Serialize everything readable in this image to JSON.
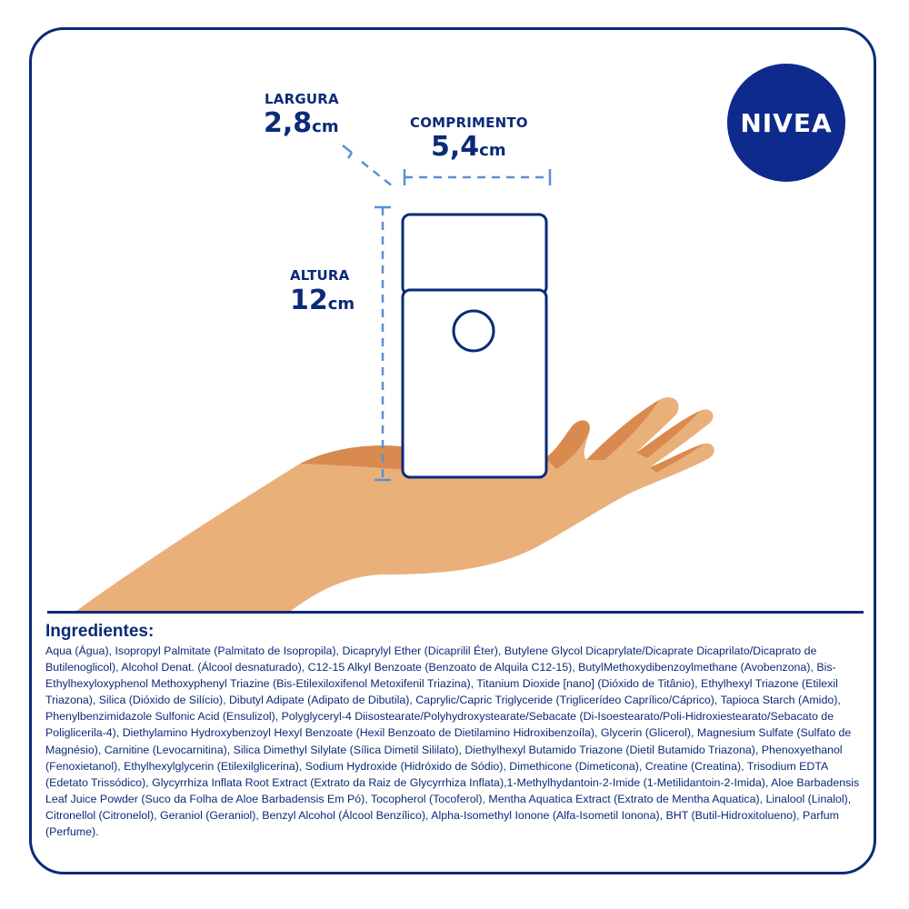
{
  "dimensions": {
    "width": {
      "label": "LARGURA",
      "value": "2,8",
      "unit": "cm"
    },
    "length": {
      "label": "COMPRIMENTO",
      "value": "5,4",
      "unit": "cm"
    },
    "height": {
      "label": "ALTURA",
      "value": "12",
      "unit": "cm"
    }
  },
  "brand": {
    "logo_text": "NIVEA",
    "color": "#0d2a8c"
  },
  "colors": {
    "navy": "#0b2a78",
    "skin": "#eab07a",
    "skin_shadow": "#d98a4e",
    "dashed": "#5b8fd6"
  },
  "icons": [
    "hand-illustration",
    "product-bottle-outline"
  ],
  "ingredients": {
    "title": "Ingredientes:",
    "text": "Aqua (Água), Isopropyl Palmitate (Palmitato de Isopropila), Dicaprylyl Ether (Dicaprilil Éter), Butylene Glycol Dicaprylate/Dicaprate  Dicaprilato/Dicaprato de Butilenoglicol), Alcohol Denat. (Álcool desnaturado), C12-15 Alkyl Benzoate (Benzoato de Alquila C12-15), ButylMethoxydibenzoylmethane (Avobenzona), Bis-Ethylhexyloxyphenol Methoxyphenyl Triazine (Bis-Etilexiloxifenol Metoxifenil Triazina), Titanium Dioxide [nano] (Dióxido de Titânio), Ethylhexyl Triazone (Etilexil Triazona), Silica (Dióxido de Silício), Dibutyl Adipate (Adipato de Dibutila), Caprylic/Capric Triglyceride (Triglicerídeo Caprílico/Cáprico), Tapioca Starch (Amido), Phenylbenzimidazole Sulfonic Acid (Ensulizol), Polyglyceryl-4 Diisostearate/Polyhydroxystearate/Sebacate (Di-Isoestearato/Poli-Hidroxiestearato/Sebacato de Poliglicerila-4), Diethylamino Hydroxybenzoyl Hexyl Benzoate (Hexil Benzoato de Dietilamino Hidroxibenzoíla), Glycerin (Glicerol), Magnesium Sulfate (Sulfato de Magnésio), Carnitine (Levocarnitina), Silica Dimethyl Silylate (Sílica Dimetil Sililato), Diethylhexyl Butamido Triazone (Dietil Butamido Triazona), Phenoxyethanol (Fenoxietanol), Ethylhexylglycerin (Etilexilglicerina), Sodium Hydroxide (Hidróxido de Sódio), Dimethicone (Dimeticona), Creatine (Creatina), Trisodium EDTA (Edetato Trissódico), Glycyrrhiza Inflata Root Extract (Extrato da Raiz de Glycyrrhiza Inflata),1-Methylhydantoin-2-Imide (1-Metilidantoin-2-Imida), Aloe Barbadensis Leaf Juice Powder (Suco da Folha de Aloe Barbadensis Em Pó), Tocopherol (Tocoferol), Mentha Aquatica Extract (Extrato de Mentha Aquatica), Linalool (Linalol), Citronellol (Citronelol), Geraniol (Geraniol), Benzyl Alcohol (Álcool Benzílico), Alpha-Isomethyl Ionone (Alfa-Isometil Ionona), BHT (Butil-Hidroxitolueno), Parfum (Perfume)."
  }
}
